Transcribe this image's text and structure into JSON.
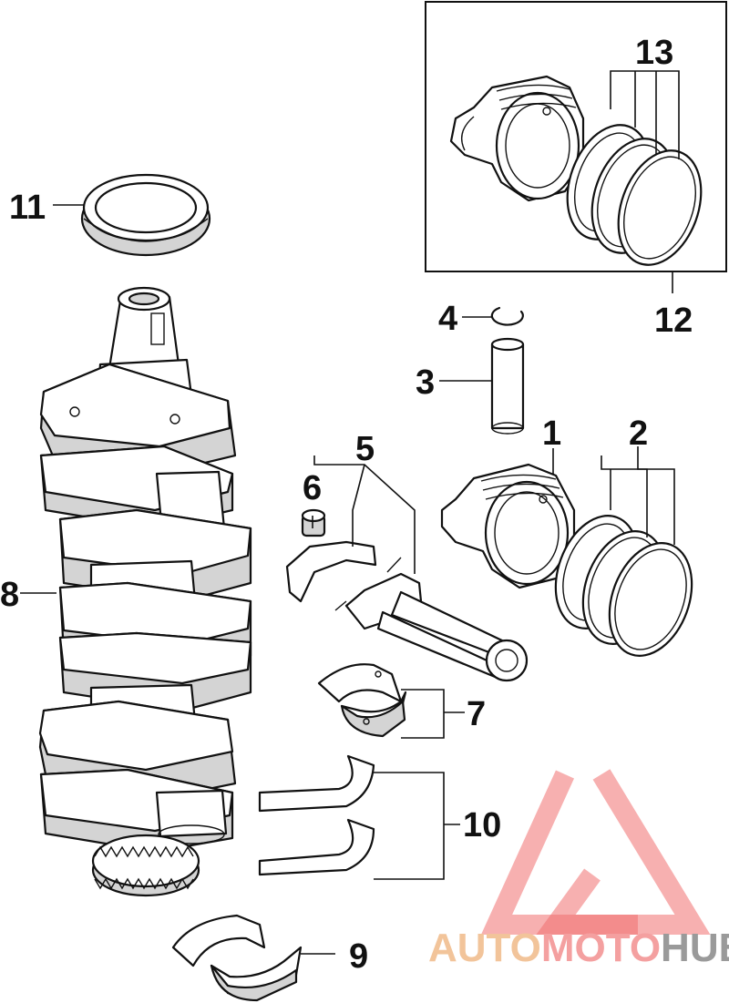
{
  "callouts": {
    "c1": "1",
    "c2": "2",
    "c3": "3",
    "c4": "4",
    "c5": "5",
    "c6": "6",
    "c7": "7",
    "c8": "8",
    "c9": "9",
    "c10": "10",
    "c11": "11",
    "c12": "12",
    "c13": "13"
  },
  "watermark": {
    "brand_part1": "AUTO",
    "brand_part2": "MOTO",
    "brand_part3": "HUB",
    "color_part1": "#f2c49a",
    "color_part2": "#f4a0a0",
    "color_part3": "#9a9a9a",
    "logo_color": "#f07070"
  },
  "colors": {
    "line": "#111111",
    "shade": "#d4d4d4",
    "background": "#ffffff"
  }
}
